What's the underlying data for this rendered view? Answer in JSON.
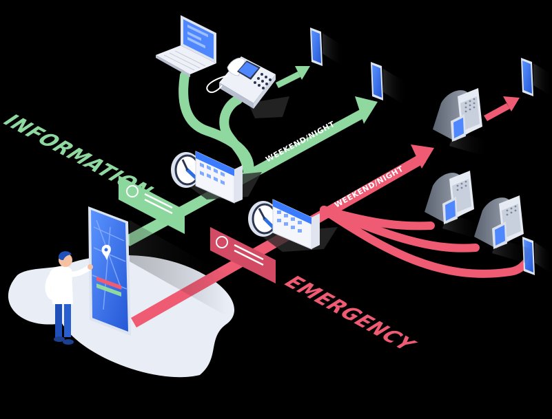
{
  "labels": {
    "information": "INFORMATION",
    "emergency": "EMERGENCY",
    "weekend_night_green": "WEEKEND/NIGHT",
    "weekend_night_red": "WEEKEND/NIGHT"
  },
  "icons": {
    "person": "person-icon",
    "kiosk": "kiosk-screen-icon",
    "laptop": "laptop-icon",
    "desk_phone": "desk-phone-icon",
    "smartphone": "smartphone-icon",
    "intercom": "intercom-icon",
    "clock": "clock-icon",
    "calendar": "calendar-icon",
    "call_button": "call-button-icon"
  },
  "colors": {
    "background": "#000000",
    "green": "#8fd9a0",
    "green_dark": "#5fb877",
    "red": "#ee5b73",
    "red_dark": "#c63a54",
    "blue": "#2f6fe0",
    "floor": "#e9edf6"
  }
}
